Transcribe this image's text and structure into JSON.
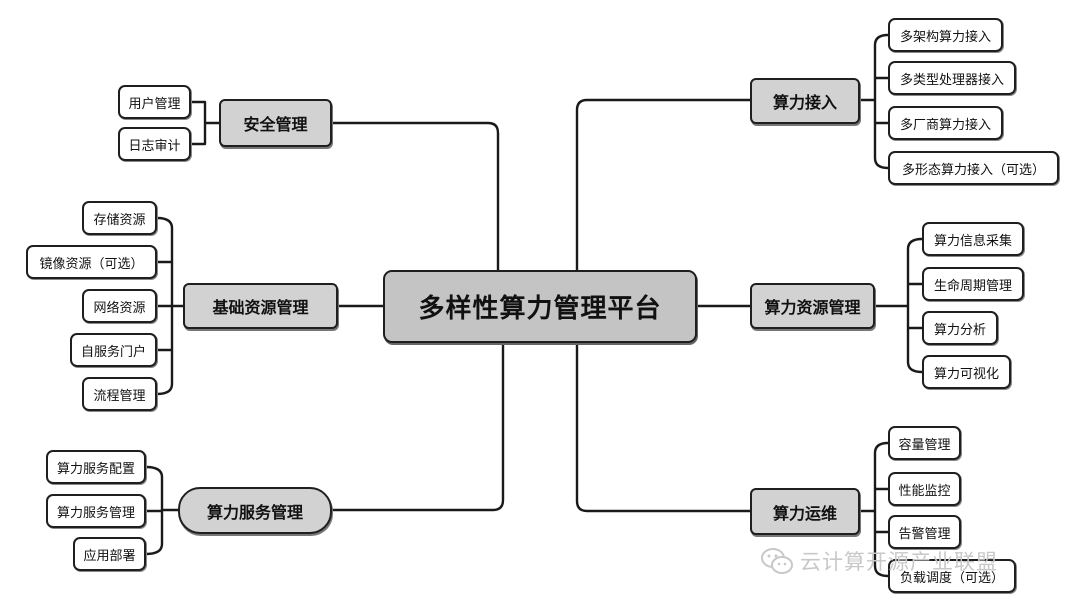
{
  "root": "多样性算力管理平台",
  "branches": {
    "security": {
      "label": "安全管理",
      "children": [
        "用户管理",
        "日志审计"
      ]
    },
    "base_resource": {
      "label": "基础资源管理",
      "children": [
        "存储资源",
        "镜像资源（可选）",
        "网络资源",
        "自服务门户",
        "流程管理"
      ]
    },
    "service": {
      "label": "算力服务管理",
      "children": [
        "算力服务配置",
        "算力服务管理",
        "应用部署"
      ]
    },
    "access": {
      "label": "算力接入",
      "children": [
        "多架构算力接入",
        "多类型处理器接入",
        "多厂商算力接入",
        "多形态算力接入（可选）"
      ]
    },
    "compute_resource": {
      "label": "算力资源管理",
      "children": [
        "算力信息采集",
        "生命周期管理",
        "算力分析",
        "算力可视化"
      ]
    },
    "ops": {
      "label": "算力运维",
      "children": [
        "容量管理",
        "性能监控",
        "告警管理",
        "负载调度（可选）"
      ]
    }
  },
  "watermark": {
    "text": "云计算开源产业联盟",
    "icon": "wechat-icon"
  }
}
